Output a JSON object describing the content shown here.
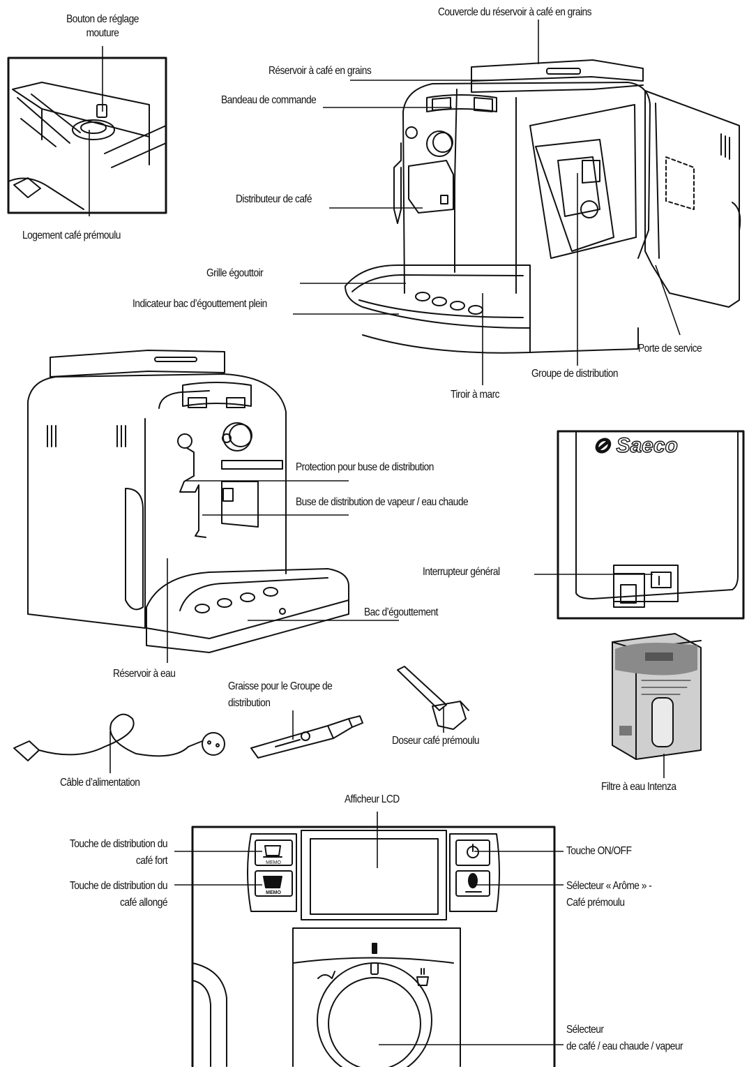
{
  "labels": {
    "bouton_reglage": "Bouton de réglage\nmouture",
    "logement_premoulu": "Logement café prémoulu",
    "couvercle_reservoir": "Couvercle du réservoir à café en grains",
    "reservoir_grains": "Réservoir à café en grains",
    "bandeau_commande": "Bandeau de commande",
    "distributeur_cafe": "Distributeur de café",
    "grille_egouttoir": "Grille égouttoir",
    "indicateur_bac": "Indicateur bac d’égouttement plein",
    "porte_service": "Porte de service",
    "groupe_distribution": "Groupe de distribution",
    "tiroir_marc": "Tiroir à marc",
    "protection_buse": "Protection pour buse de distribution",
    "buse_vapeur": "Buse de distribution de vapeur / eau chaude",
    "interrupteur_general": "Interrupteur général",
    "bac_egouttement": "Bac d’égouttement",
    "reservoir_eau": "Réservoir à eau",
    "graisse_groupe": "Graisse pour le Groupe de\ndistribution",
    "doseur_premoulu": "Doseur café prémoulu",
    "cable_alimentation": "Câble d’alimentation",
    "filtre_intenza": "Filtre à eau Intenza",
    "afficheur_lcd": "Afficheur LCD",
    "touche_cafe_fort": "Touche de distribution du\ncafé fort",
    "touche_cafe_allonge": "Touche de distribution du\ncafé allongé",
    "touche_on_off": "Touche ON/OFF",
    "selecteur_arome": "Sélecteur « Arôme » -\nCafé prémoulu",
    "selecteur_cafe": "Sélecteur\nde café / eau chaude / vapeur"
  },
  "marks": {
    "brand": "Saeco",
    "memo": "MEMO"
  }
}
